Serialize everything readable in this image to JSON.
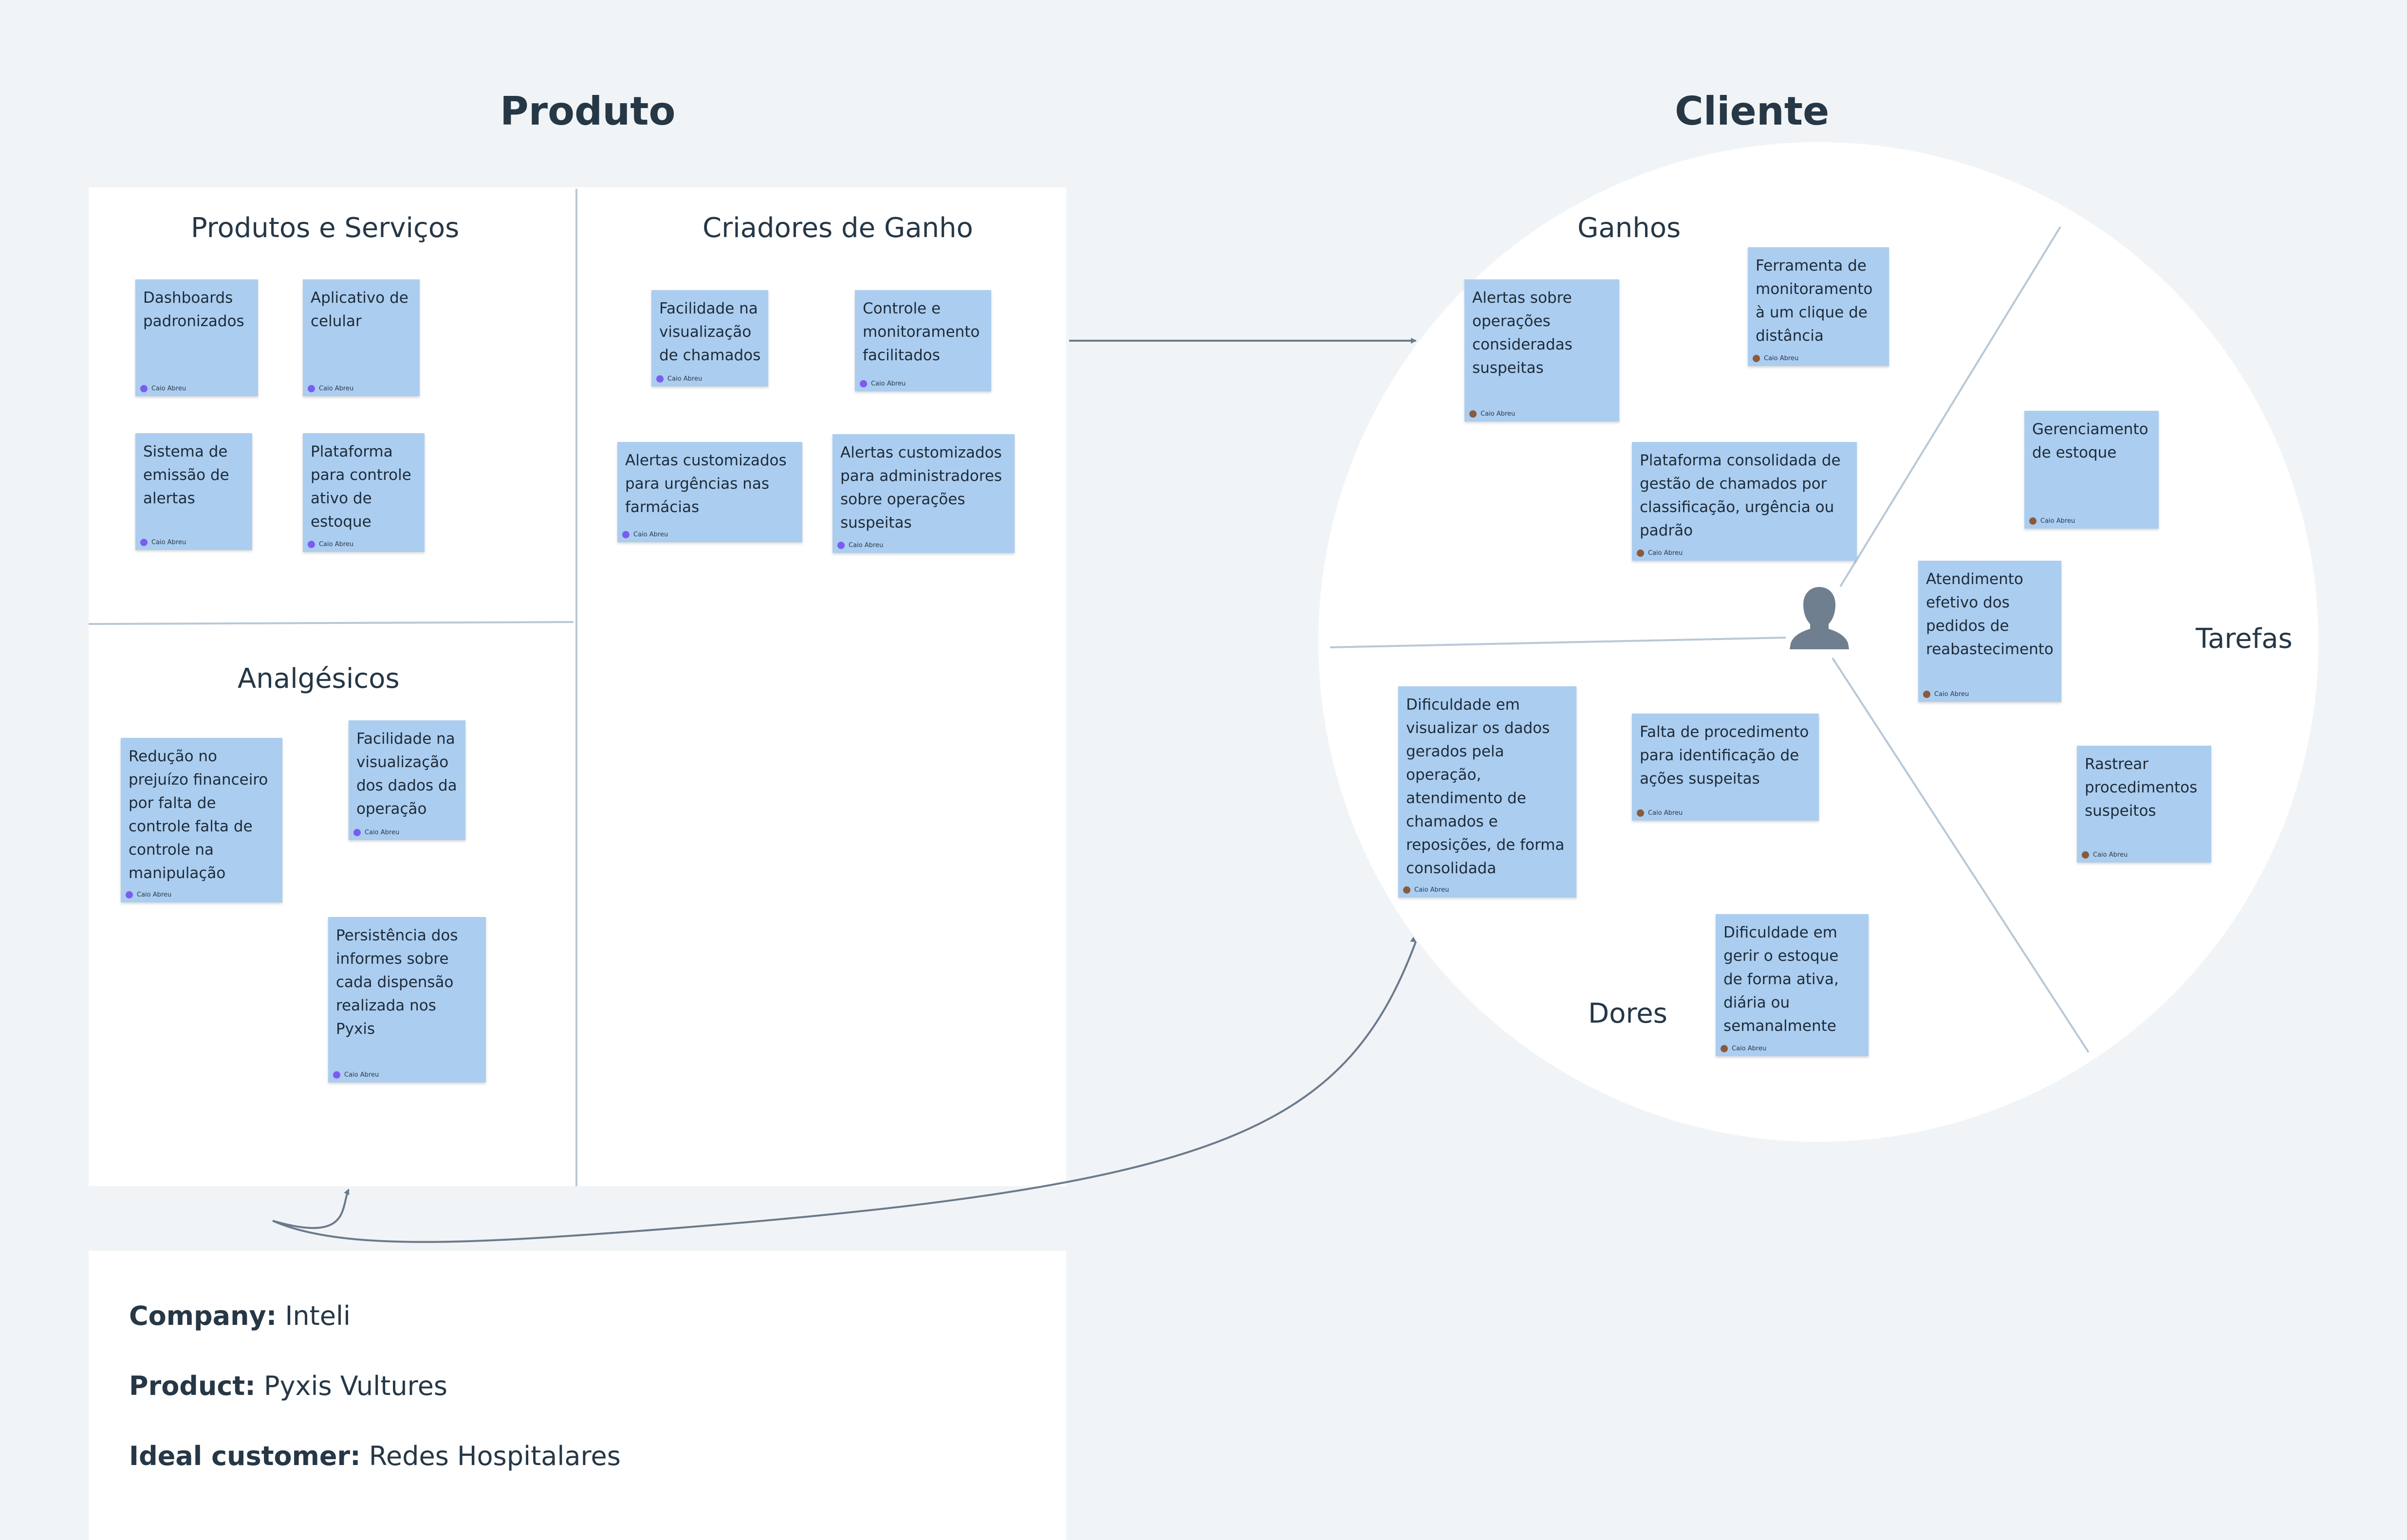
{
  "titles": {
    "produto": "Produto",
    "cliente": "Cliente"
  },
  "sections": {
    "produtos_servicos": "Produtos e Serviços",
    "criadores_ganho": "Criadores de Ganho",
    "analgesicos": "Analgésicos",
    "ganhos": "Ganhos",
    "tarefas": "Tarefas",
    "dores": "Dores"
  },
  "stickies": {
    "ps1": {
      "text": "Dashboards\npadronizados",
      "author": "Caio Abreu"
    },
    "ps2": {
      "text": "Aplicativo de\ncelular",
      "author": "Caio Abreu"
    },
    "ps3": {
      "text": "Sistema de\nemissão de\nalertas",
      "author": "Caio Abreu"
    },
    "ps4": {
      "text": "Plataforma\npara controle\nativo de\nestoque",
      "author": "Caio Abreu"
    },
    "cg1": {
      "text": "Facilidade na\nvisualização\nde chamados",
      "author": "Caio Abreu"
    },
    "cg2": {
      "text": "Controle e\nmonitoramento\nfacilitados",
      "author": "Caio Abreu"
    },
    "cg3": {
      "text": "Alertas customizados\npara urgências nas\nfarmácias",
      "author": "Caio Abreu"
    },
    "cg4": {
      "text": "Alertas customizados\npara administradores\nsobre operações\nsuspeitas",
      "author": "Caio Abreu"
    },
    "an1": {
      "text": "Redução no\nprejuízo financeiro\npor falta de\ncontrole falta de\ncontrole na\nmanipulação",
      "author": "Caio Abreu"
    },
    "an2": {
      "text": "Facilidade na\nvisualização\ndos dados da\noperação",
      "author": "Caio Abreu"
    },
    "an3": {
      "text": "Persistência dos\ninformes sobre\ncada dispensão\nrealizada nos\nPyxis",
      "author": "Caio Abreu"
    },
    "ga1": {
      "text": "Alertas sobre\noperações\nconsideradas\nsuspeitas",
      "author": "Caio Abreu"
    },
    "ga2": {
      "text": "Ferramenta de\nmonitoramento\nà um clique de\ndistância",
      "author": "Caio Abreu"
    },
    "ga3": {
      "text": "Plataforma consolidada de\ngestão de chamados por\nclassificação, urgência ou\npadrão",
      "author": "Caio Abreu"
    },
    "ta1": {
      "text": "Gerenciamento\nde estoque",
      "author": "Caio Abreu"
    },
    "ta2": {
      "text": "Atendimento\nefetivo dos\npedidos de\nreabastecimento",
      "author": "Caio Abreu"
    },
    "ta3": {
      "text": "Rastrear\nprocedimentos\nsuspeitos",
      "author": "Caio Abreu"
    },
    "do1": {
      "text": "Dificuldade em\nvisualizar os dados\ngerados pela\noperação,\natendimento de\nchamados e\nreposições, de forma\nconsolidada",
      "author": "Caio Abreu"
    },
    "do2": {
      "text": "Falta de procedimento\npara identificação de\nações suspeitas",
      "author": "Caio Abreu"
    },
    "do3": {
      "text": "Dificuldade em\ngerir o estoque\nde forma ativa,\ndiária ou\nsemanalmente",
      "author": "Caio Abreu"
    }
  },
  "info": {
    "company_label": "Company:",
    "company_value": "Inteli",
    "product_label": "Product:",
    "product_value": "Pyxis Vultures",
    "customer_label": "Ideal customer:",
    "customer_value": "Redes Hospitalares"
  },
  "icons": {
    "customer": "person-icon"
  }
}
